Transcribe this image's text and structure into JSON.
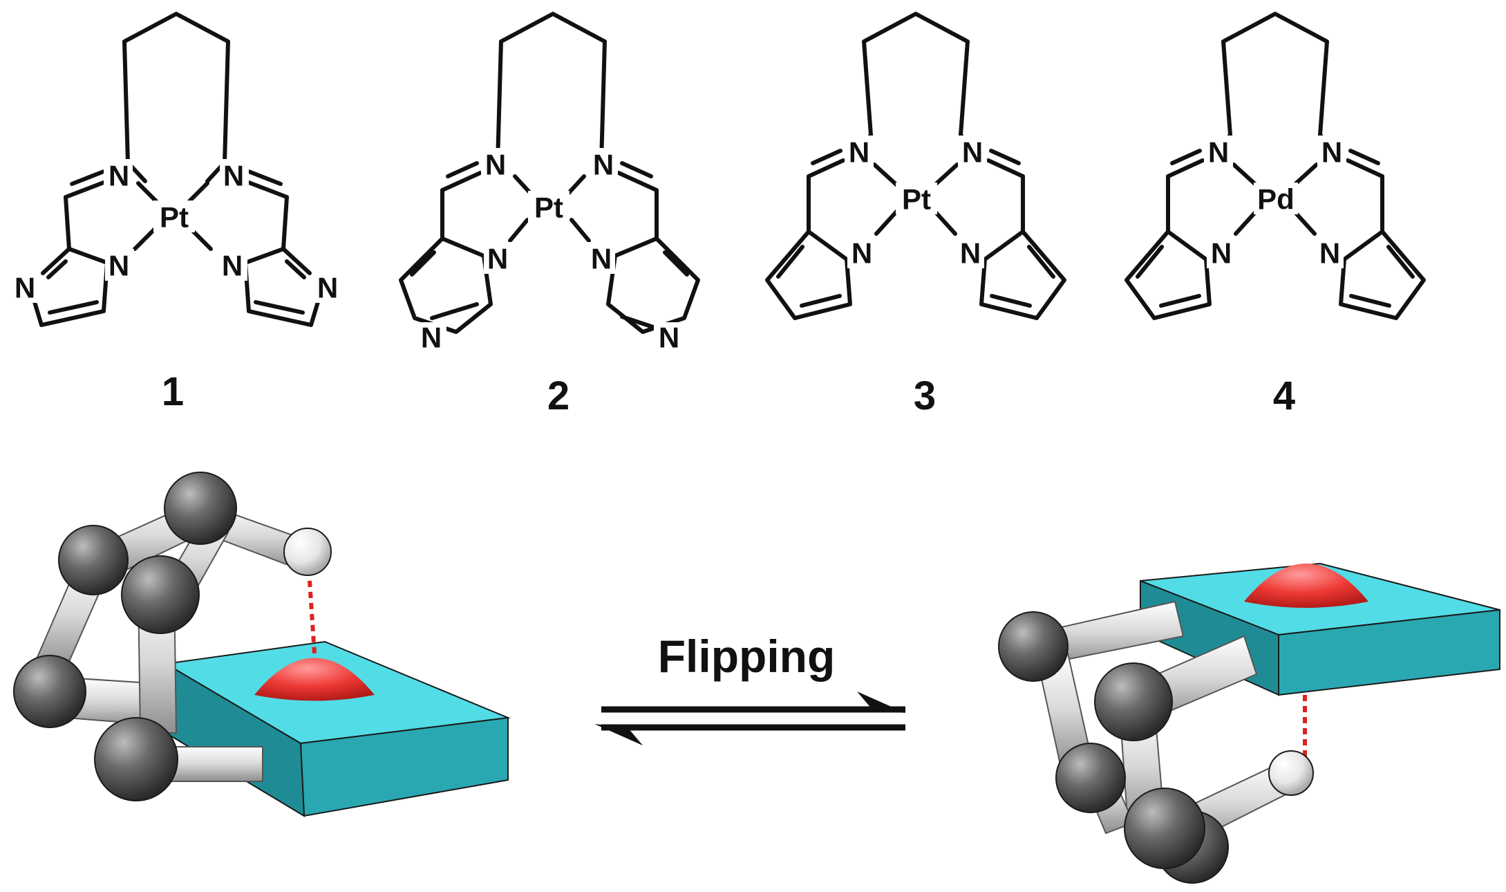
{
  "compounds": [
    {
      "number": "1",
      "metal": "Pt",
      "ring_atoms": [
        "N",
        "N"
      ],
      "heterocycle_label": "N",
      "pyridyl_N": "N"
    },
    {
      "number": "2",
      "metal": "Pt",
      "ring_atoms": [
        "N",
        "N"
      ],
      "heterocycle_label": "N",
      "pyridyl_N": "N"
    },
    {
      "number": "3",
      "metal": "Pt",
      "ring_atoms": [
        "N",
        "N"
      ],
      "pyridyl_N": "N"
    },
    {
      "number": "4",
      "metal": "Pd",
      "ring_atoms": [
        "N",
        "N"
      ],
      "pyridyl_N": "N"
    }
  ],
  "equilibrium": {
    "label": "Flipping"
  },
  "colors": {
    "bond": "#111111",
    "carbon_atom": "#555555",
    "hydrogen_atom": "#e8e8e8",
    "metal_plane": "#45d6e0",
    "metal_plane_side": "#2aa8b2",
    "metal_center": "#e8312f",
    "interaction": "#e02020"
  }
}
